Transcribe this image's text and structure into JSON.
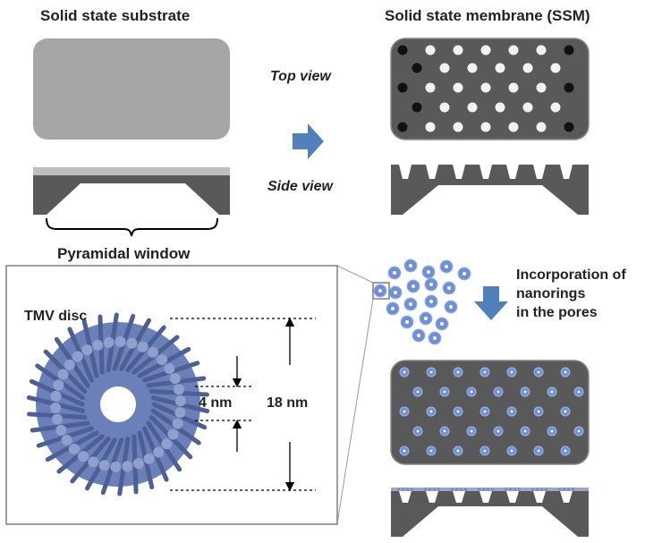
{
  "labels": {
    "substrate": "Solid state substrate",
    "membrane": "Solid state membrane (SSM)",
    "top_view": "Top view",
    "side_view": "Side view",
    "pyramidal_window": "Pyramidal window",
    "tmv_disc": "TMV disc",
    "inner_diameter": "4 nm",
    "outer_diameter": "18 nm",
    "incorporation_line1": "Incorporation of",
    "incorporation_line2": "nanorings",
    "incorporation_line3": "in the pores"
  },
  "colors": {
    "substrate_gray": "#a6a6a6",
    "membrane_dark": "#595959",
    "pore_white": "#f2f2f2",
    "pore_black": "#111111",
    "arrow_blue": "#4f81bd",
    "ring_blue": "#6f8fd6",
    "disc_blue": "#6b80b8"
  },
  "icons": {
    "process_arrow_right": "arrow-right-icon",
    "process_arrow_down": "arrow-down-icon"
  }
}
